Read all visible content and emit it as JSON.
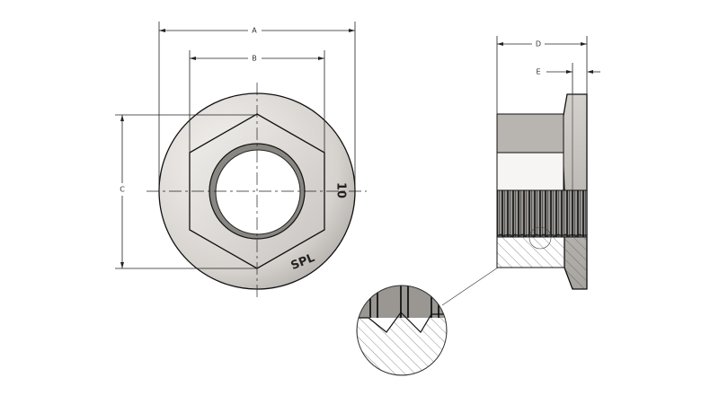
{
  "drawing": {
    "dimensions": {
      "a": "A",
      "b": "B",
      "c": "C",
      "d": "D",
      "e": "E"
    },
    "markings": {
      "grade": "10",
      "maker": "SPL"
    },
    "colors": {
      "line": "#111111",
      "flange_fill": "#d8d4d0",
      "hex_fill": "#c4c0bc",
      "thread_dark": "#3a3a3a"
    }
  }
}
